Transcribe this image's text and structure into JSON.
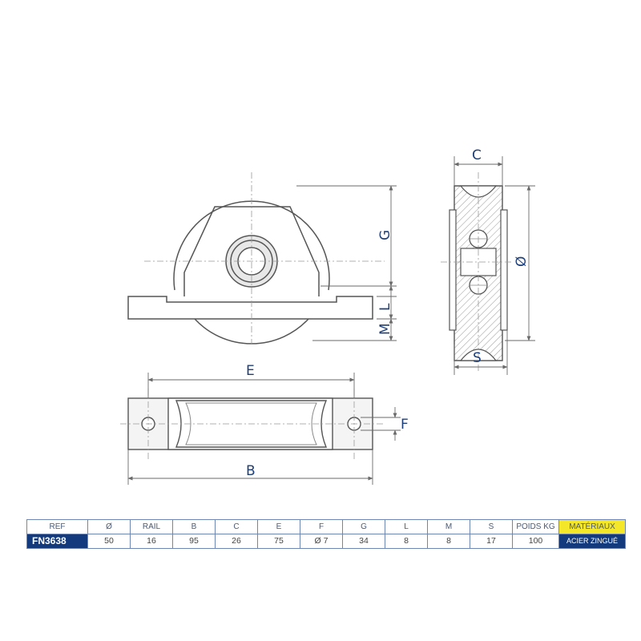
{
  "dimension_labels": {
    "G": "G",
    "L": "L",
    "M": "M",
    "C": "C",
    "diameter": "Ø",
    "S": "S",
    "E": "E",
    "F": "F",
    "B": "B"
  },
  "table": {
    "headers": [
      "REF",
      "Ø",
      "RAIL",
      "B",
      "C",
      "E",
      "F",
      "G",
      "L",
      "M",
      "S",
      "POIDS KG",
      "MATÉRIAUX"
    ],
    "values": [
      "FN3638",
      "50",
      "16",
      "95",
      "26",
      "75",
      "Ø 7",
      "34",
      "8",
      "8",
      "17",
      "100",
      "ACIER ZINGUÉ"
    ]
  },
  "colors": {
    "line": "#555555",
    "dimension": "#1d3f7a",
    "ref_fill": "#123a7c",
    "material_head_fill": "#f4e72a"
  }
}
